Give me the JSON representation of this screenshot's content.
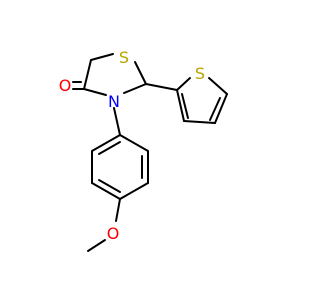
{
  "molecule": {
    "atoms": {
      "sulfur_thiazolidine": {
        "symbol": "S",
        "color": "#b8a300"
      },
      "sulfur_thiophene": {
        "symbol": "S",
        "color": "#b8a300"
      },
      "nitrogen": {
        "symbol": "N",
        "color": "#0000ff"
      },
      "carbonyl_oxygen": {
        "symbol": "O",
        "color": "#ff0000"
      },
      "methoxy_oxygen": {
        "symbol": "O",
        "color": "#ff0000"
      }
    },
    "bond_color": "#000000",
    "background_color": "#ffffff"
  }
}
